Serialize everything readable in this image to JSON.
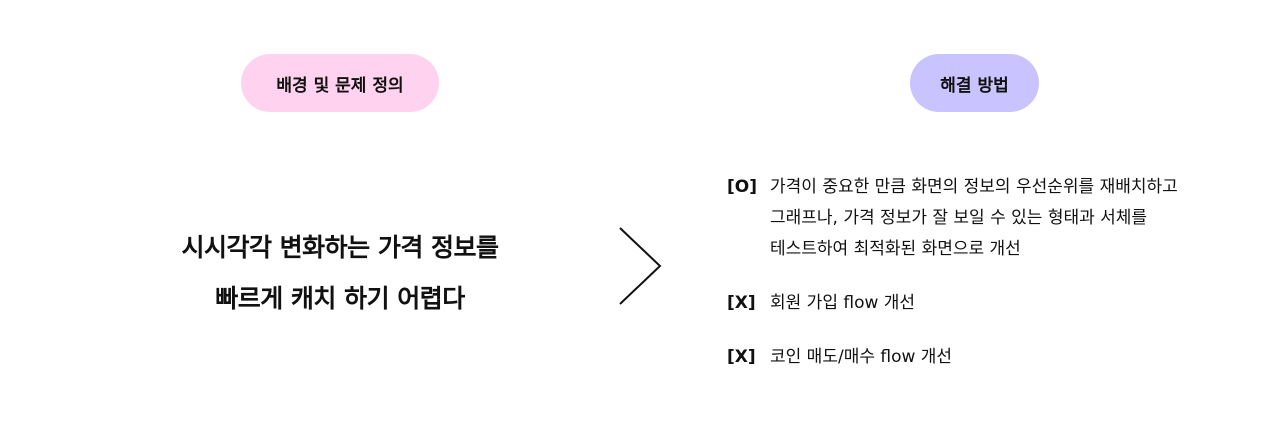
{
  "left_section": {
    "pill_label": "배경 및 문제 정의",
    "pill_color": "#ffd3ef",
    "problem_lines": [
      "시시각각 변화하는 가격 정보를",
      "빠르게 캐치 하기 어렵다"
    ]
  },
  "right_section": {
    "pill_label": "해결 방법",
    "pill_color": "#c9c3ff",
    "items": [
      {
        "mark": "[O]",
        "lines": [
          "가격이 중요한 만큼 화면의 정보의 우선순위를 재배치하고",
          "그래프나, 가격 정보가 잘 보일 수 있는 형태과 서체를",
          "테스트하여 최적화된 화면으로 개선"
        ]
      },
      {
        "mark": "[X]",
        "lines": [
          "회원 가입 flow 개선"
        ]
      },
      {
        "mark": "[X]",
        "lines": [
          "코인 매도/매수 flow 개선"
        ]
      }
    ]
  },
  "arrow_icon": "chevron-right-icon"
}
